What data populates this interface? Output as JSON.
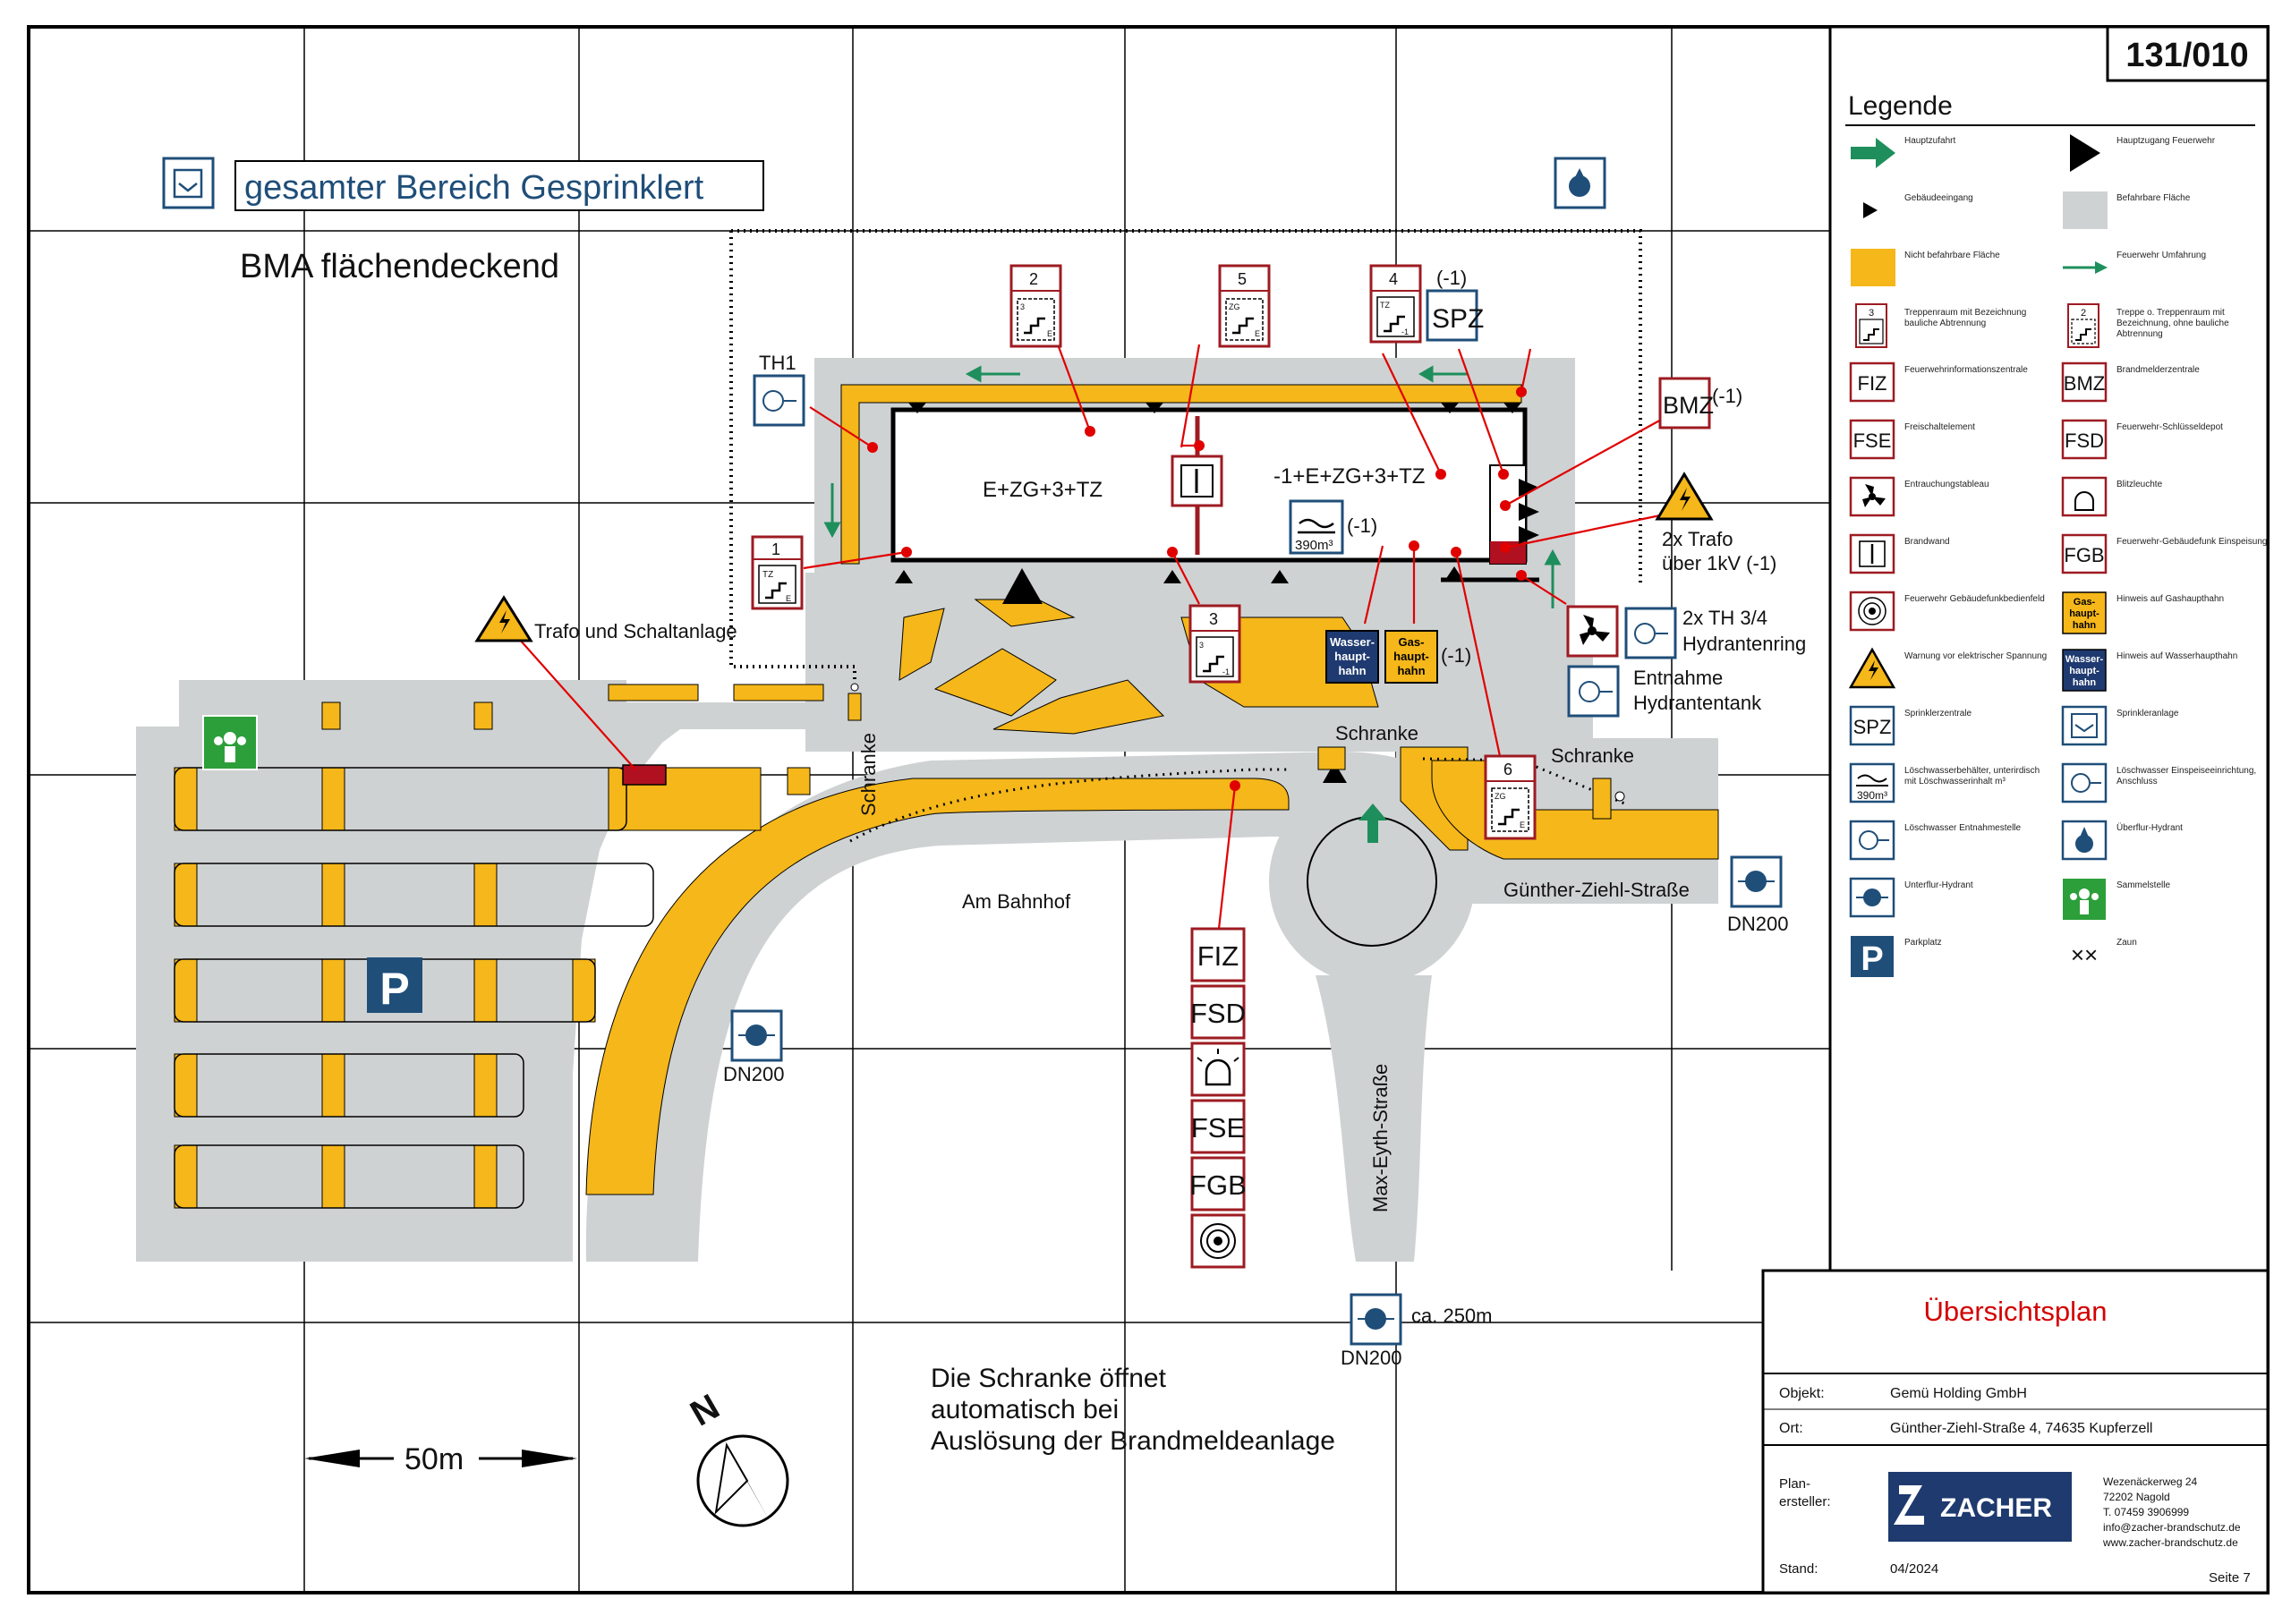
{
  "sheet": {
    "number": "131/010",
    "title": "Übersichtsplan"
  },
  "legend": {
    "heading": "Legende",
    "items": [
      {
        "icon": "green-arrow-icon",
        "label": "Hauptzufahrt"
      },
      {
        "icon": "black-triangle-large-icon",
        "label": "Hauptzugang Feuerwehr"
      },
      {
        "icon": "black-triangle-small-icon",
        "label": "Gebäudeeingang"
      },
      {
        "icon": "grey-area-icon",
        "label": "Befahrbare Fläche"
      },
      {
        "icon": "yellow-area-icon",
        "label": "Nicht befahrbare Fläche"
      },
      {
        "icon": "green-thin-arrow-icon",
        "label": "Feuerwehr Umfahrung"
      },
      {
        "icon": "stair-separated-icon",
        "label": "Treppenraum mit Bezeichnung bauliche Abtrennung",
        "code": "3"
      },
      {
        "icon": "stair-open-icon",
        "label": "Treppe o. Treppenraum mit Bezeichnung, ohne bauliche Abtrennung",
        "code": "2"
      },
      {
        "icon": "fiz-icon",
        "label": "Feuerwehrinformationszentrale",
        "code": "FIZ"
      },
      {
        "icon": "bmz-icon",
        "label": "Brandmelderzentrale",
        "code": "BMZ"
      },
      {
        "icon": "fse-icon",
        "label": "Freischaltelement",
        "code": "FSE"
      },
      {
        "icon": "fsd-icon",
        "label": "Feuerwehr-Schlüsseldepot",
        "code": "FSD"
      },
      {
        "icon": "smoke-extraction-icon",
        "label": "Entrauchungstableau"
      },
      {
        "icon": "flash-light-icon",
        "label": "Blitzleuchte"
      },
      {
        "icon": "fire-wall-icon",
        "label": "Brandwand"
      },
      {
        "icon": "fgb-icon",
        "label": "Feuerwehr-Gebäudefunk Einspeisung",
        "code": "FGB"
      },
      {
        "icon": "radio-panel-icon",
        "label": "Feuerwehr Gebäudefunkbedienfeld"
      },
      {
        "icon": "gas-valve-icon",
        "label": "Hinweis auf Gashaupthahn",
        "code": "Gas-haupt-hahn"
      },
      {
        "icon": "high-voltage-icon",
        "label": "Warnung vor elektrischer Spannung"
      },
      {
        "icon": "water-valve-icon",
        "label": "Hinweis auf Wasserhaupthahn",
        "code": "Wasser-haupt-hahn"
      },
      {
        "icon": "spz-icon",
        "label": "Sprinklerzentrale",
        "code": "SPZ"
      },
      {
        "icon": "sprinkler-icon",
        "label": "Sprinkleranlage"
      },
      {
        "icon": "water-tank-icon",
        "label": "Löschwasserbehälter, unterirdisch mit Löschwasserinhalt m³",
        "code": "390m³"
      },
      {
        "icon": "water-feed-icon",
        "label": "Löschwasser Einspeiseeinrichtung, Anschluss"
      },
      {
        "icon": "water-outlet-icon",
        "label": "Löschwasser Entnahmestelle"
      },
      {
        "icon": "overground-hydrant-icon",
        "label": "Überflur-Hydrant"
      },
      {
        "icon": "underground-hydrant-icon",
        "label": "Unterflur-Hydrant"
      },
      {
        "icon": "assembly-point-icon",
        "label": "Sammelstelle"
      },
      {
        "icon": "parking-icon",
        "label": "Parkplatz",
        "code": "P"
      },
      {
        "icon": "fence-icon",
        "label": "Zaun",
        "code": "××"
      }
    ]
  },
  "map": {
    "sprinkler_note": "gesamter Bereich Gesprinklert",
    "bma_note": "BMA flächendeckend",
    "building_left_label": "E+ZG+3+TZ",
    "building_right_label": "-1+E+ZG+3+TZ",
    "th1": "TH1",
    "trafo_left": "Trafo und Schaltanlage",
    "trafo_right_line1": "2x Trafo",
    "trafo_right_line2": "über 1kV (-1)",
    "th34_line1": "2x TH 3/4",
    "th34_line2": "Hydrantenring",
    "entnahme_line1": "Entnahme",
    "entnahme_line2": "Hydrantentank",
    "bmz_level": "(-1)",
    "spz_level": "(-1)",
    "tank_level": "(-1)",
    "gas_level": "(-1)",
    "tank_volume": "390m³",
    "schranke_vertical": "Schranke",
    "schranke_center": "Schranke",
    "schranke_right": "Schranke",
    "street_bahnhof": "Am Bahnhof",
    "street_guenther": "Günther-Ziehl-Straße",
    "street_max": "Max-Eyth-Straße",
    "dn_left": "DN200",
    "dn_right": "DN200",
    "dn_bottom": "DN200",
    "dn_bottom_distance": "ca. 250m",
    "scale_label": "50m",
    "north_label": "N",
    "barrier_note_line1": "Die Schranke öffnet",
    "barrier_note_line2": "automatisch bei",
    "barrier_note_line3": "Auslösung der Brandmeldeanlage",
    "stairs": [
      {
        "number": "1",
        "code": "TZ",
        "sub": "E"
      },
      {
        "number": "2",
        "code": "3",
        "sub": "E"
      },
      {
        "number": "3",
        "code": "3",
        "sub": "-1"
      },
      {
        "number": "4",
        "code": "TZ",
        "sub": "-1"
      },
      {
        "number": "5",
        "code": "ZG",
        "sub": "E"
      },
      {
        "number": "6",
        "code": "ZG",
        "sub": "E"
      }
    ],
    "signs": {
      "fiz": "FIZ",
      "fsd": "FSD",
      "fse": "FSE",
      "fgb": "FGB",
      "bmz": "BMZ",
      "spz": "SPZ",
      "parking": "P",
      "water_valve": "Wasser-haupt-hahn",
      "gas_valve": "Gas-haupt-hahn",
      "water_valve_lines": [
        "Wasser-",
        "haupt-",
        "hahn"
      ],
      "gas_valve_lines": [
        "Gas-",
        "haupt-",
        "hahn"
      ]
    }
  },
  "titleblock": {
    "objekt_label": "Objekt:",
    "objekt_value": "Gemü Holding GmbH",
    "ort_label": "Ort:",
    "ort_value": "Günther-Ziehl-Straße 4, 74635 Kupferzell",
    "planer_label_line1": "Plan-",
    "planer_label_line2": "ersteller:",
    "company": "ZACHER",
    "address_lines": [
      "Wezenäckerweg 24",
      "72202 Nagold",
      "T. 07459 3906999",
      "info@zacher-brandschutz.de",
      "www.zacher-brandschutz.de"
    ],
    "stand_label": "Stand:",
    "stand_value": "04/2024",
    "page": "Seite 7"
  },
  "colors": {
    "grey_area": "#cfd2d3",
    "yellow_area": "#f5b719",
    "fire_red": "#9e1b22",
    "blue": "#1f4e79",
    "green": "#1e8f5c",
    "title_red": "#d40000"
  }
}
